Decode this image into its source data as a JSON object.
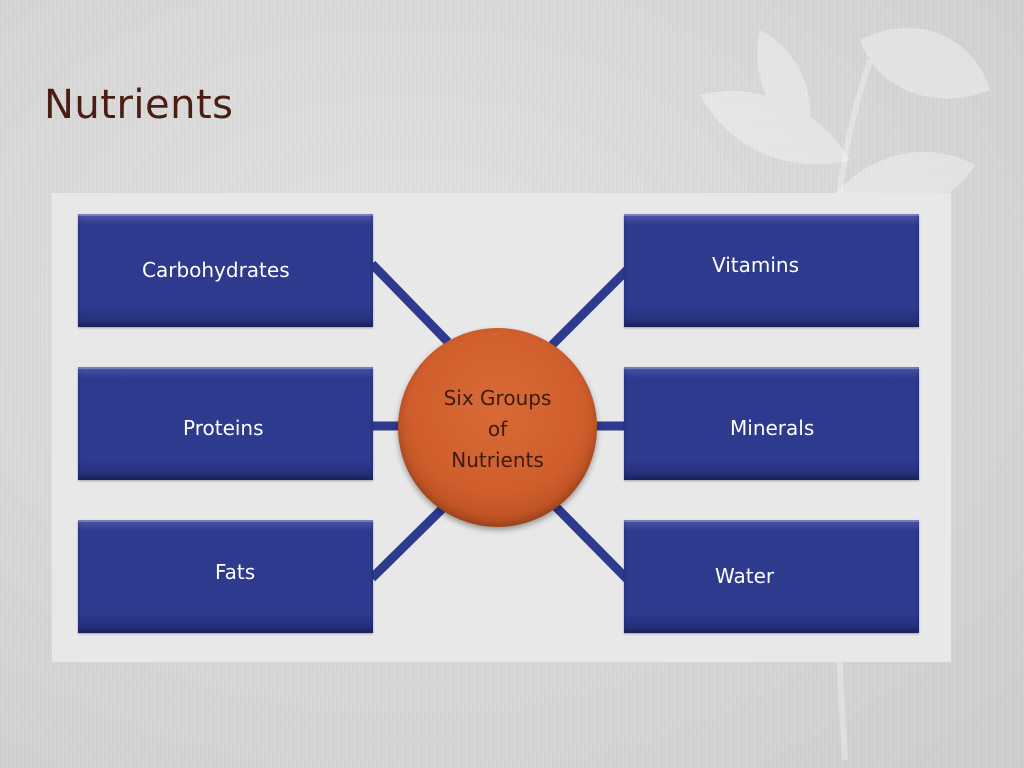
{
  "slide": {
    "title": "Nutrients"
  },
  "diagram": {
    "hub": {
      "lines": [
        "Six Groups",
        "of",
        "Nutrients"
      ]
    },
    "nodes": [
      {
        "label": "Carbohydrates"
      },
      {
        "label": "Proteins"
      },
      {
        "label": "Fats"
      },
      {
        "label": "Vitamins"
      },
      {
        "label": "Minerals"
      },
      {
        "label": "Water"
      }
    ]
  },
  "colors": {
    "title": "#4a1e14",
    "box": "#2e3a8e",
    "hub": "#cf5e2c",
    "panel": "#e8e8e8"
  }
}
